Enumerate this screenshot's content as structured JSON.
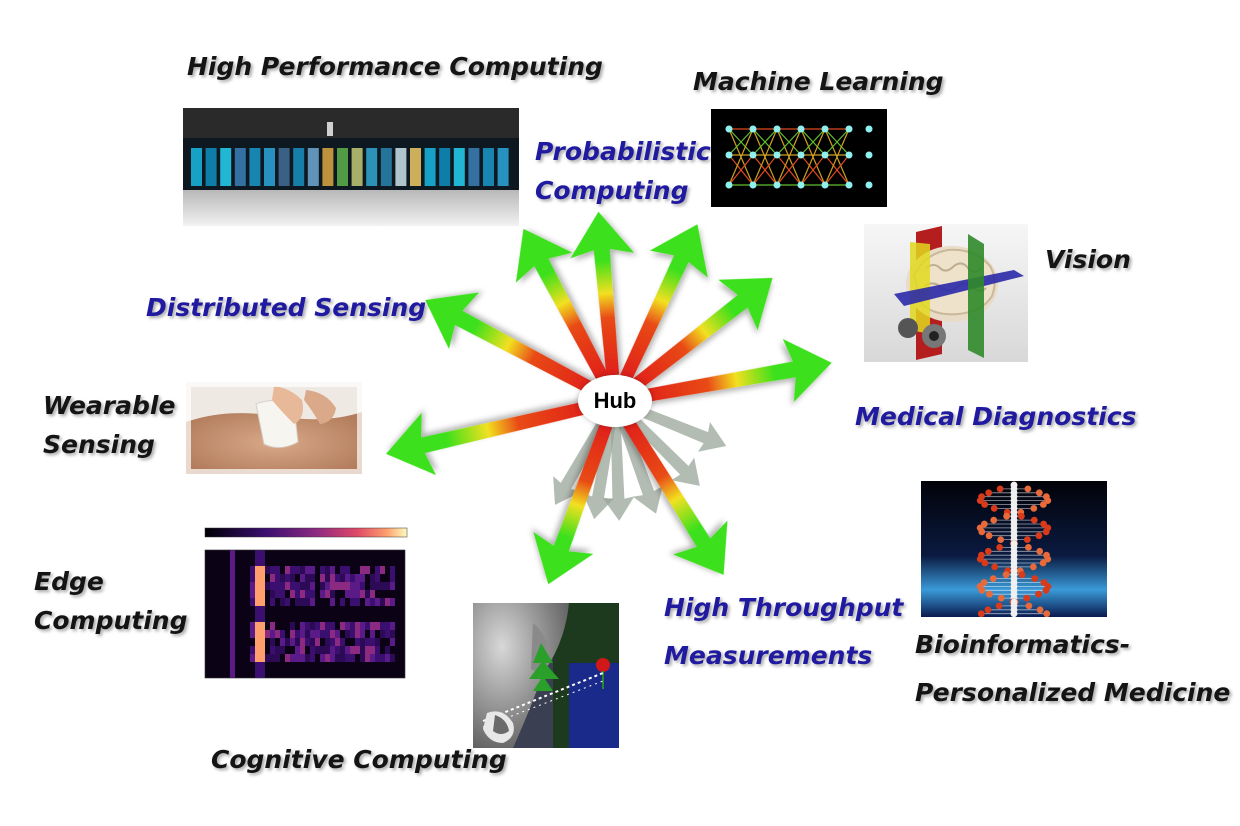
{
  "hub": {
    "label": "Hub"
  },
  "labels": {
    "high_performance_computing": "High Performance Computing",
    "machine_learning": "Machine Learning",
    "probabilistic_computing_1": "Probabilistic",
    "probabilistic_computing_2": "Computing",
    "vision": "Vision",
    "distributed_sensing": "Distributed Sensing",
    "medical_diagnostics": "Medical Diagnostics",
    "wearable_sensing_1": "Wearable",
    "wearable_sensing_2": "Sensing",
    "edge_computing_1": "Edge",
    "edge_computing_2": "Computing",
    "high_throughput_1": "High Throughput",
    "high_throughput_2": "Measurements",
    "bioinformatics_1": "Bioinformatics-",
    "bioinformatics_2": "Personalized Medicine",
    "cognitive_computing": "Cognitive Computing"
  },
  "colors": {
    "label_dark": "#141414",
    "label_blue": "#1f1aa0",
    "arrow_root": "#e0201a",
    "arrow_mid": "#f2e020",
    "arrow_tip": "#3ee01e",
    "ghost_arrow": "#9aa59a"
  },
  "icons": [
    "supercomputer-image",
    "neural-network-image",
    "brain-scan-image",
    "wearable-sensor-image",
    "heatmap-image",
    "face-scan-image",
    "dna-helix-image"
  ]
}
